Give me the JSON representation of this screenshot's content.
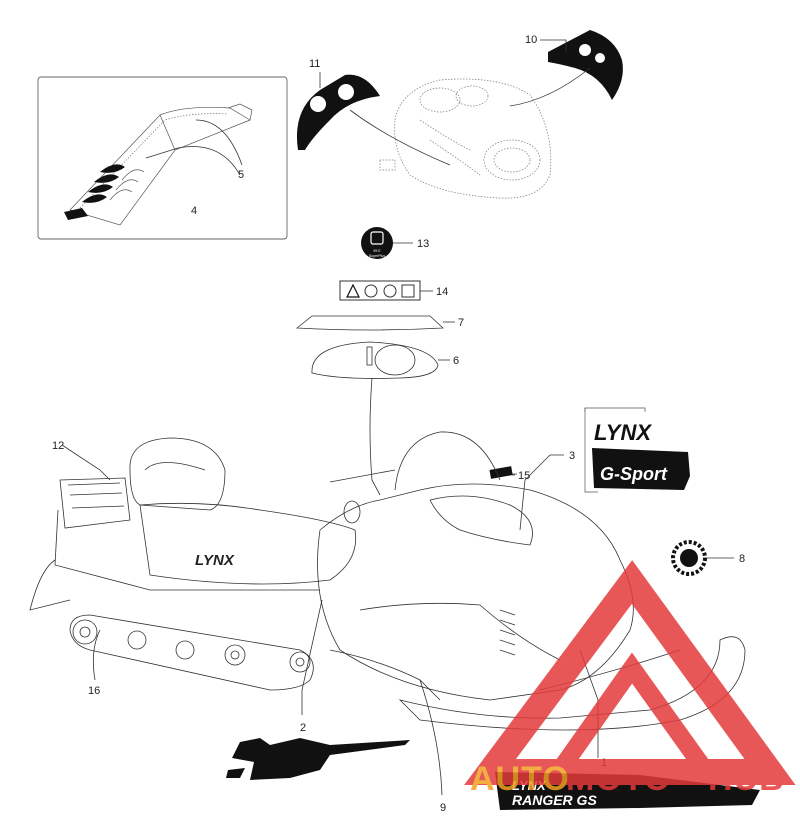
{
  "callouts": [
    {
      "id": "1",
      "label": "1"
    },
    {
      "id": "2",
      "label": "2"
    },
    {
      "id": "3",
      "label": "3"
    },
    {
      "id": "4",
      "label": "4"
    },
    {
      "id": "5",
      "label": "5"
    },
    {
      "id": "6",
      "label": "6"
    },
    {
      "id": "7",
      "label": "7"
    },
    {
      "id": "8",
      "label": "8"
    },
    {
      "id": "9",
      "label": "9"
    },
    {
      "id": "10",
      "label": "10"
    },
    {
      "id": "11",
      "label": "11"
    },
    {
      "id": "12",
      "label": "12"
    },
    {
      "id": "13",
      "label": "13"
    },
    {
      "id": "14",
      "label": "14"
    },
    {
      "id": "15",
      "label": "15"
    },
    {
      "id": "16",
      "label": "16"
    }
  ],
  "decal_text": {
    "brand": "LYNX",
    "brand_side": "LYNX",
    "model": "RANGER GS",
    "fuel_line1": "95 E",
    "fuel_line2": "SuperPlus"
  },
  "watermark": {
    "part1": "AUTO",
    "part2": "MOTO",
    "part3": "HUB",
    "color_main": "#e33a3a",
    "color_accent": "#f0a020"
  }
}
